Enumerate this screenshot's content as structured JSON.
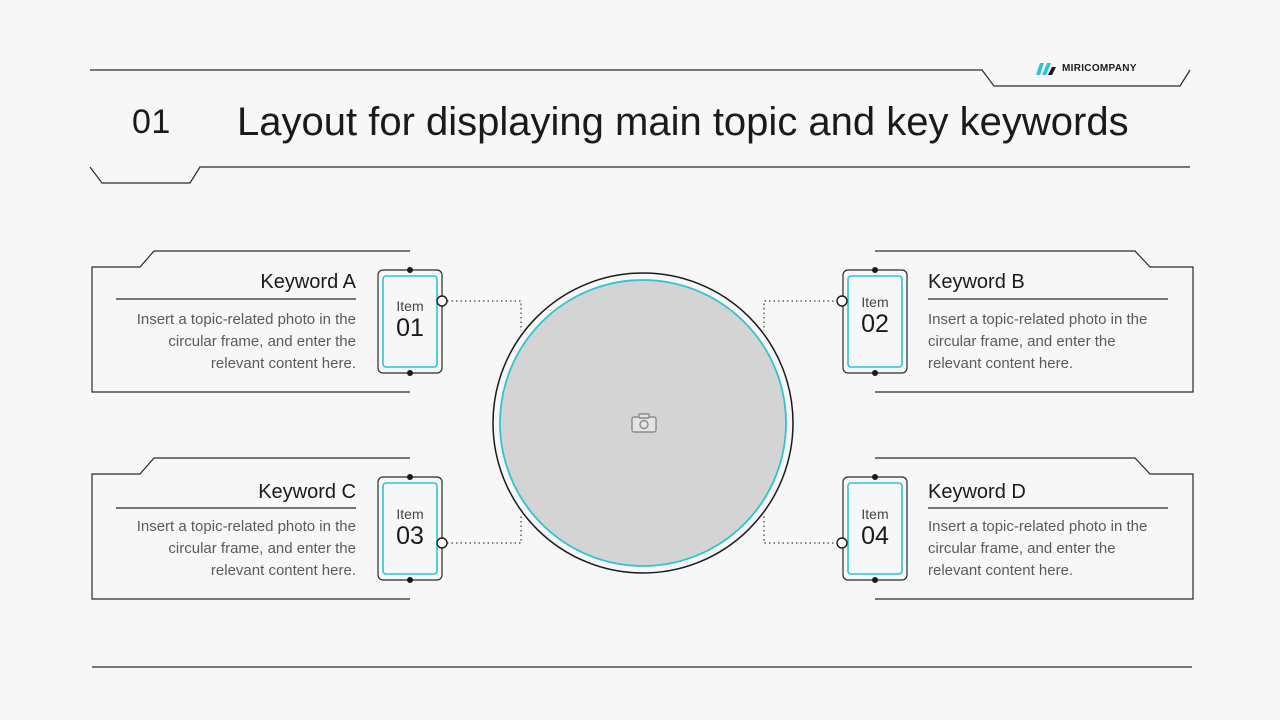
{
  "header": {
    "page_number": "01",
    "title": "Layout for displaying main topic and key keywords",
    "brand": "MIRICOMPANY"
  },
  "colors": {
    "accent": "#2ec4d0",
    "line": "#2a2a2a",
    "photo_fill": "#d4d4d4",
    "background": "#f7f7f7"
  },
  "center_photo": {
    "icon": "camera-icon"
  },
  "keywords": [
    {
      "title": "Keyword A",
      "description": "Insert a topic-related photo in the circular frame, and enter the relevant content here.",
      "item_label": "Item",
      "item_number": "01"
    },
    {
      "title": "Keyword B",
      "description": "Insert a topic-related photo in the circular frame, and enter the relevant content here.",
      "item_label": "Item",
      "item_number": "02"
    },
    {
      "title": "Keyword C",
      "description": "Insert a topic-related photo in the circular frame, and enter the relevant content here.",
      "item_label": "Item",
      "item_number": "03"
    },
    {
      "title": "Keyword D",
      "description": "Insert a topic-related photo in the circular frame, and enter the relevant content here.",
      "item_label": "Item",
      "item_number": "04"
    }
  ]
}
